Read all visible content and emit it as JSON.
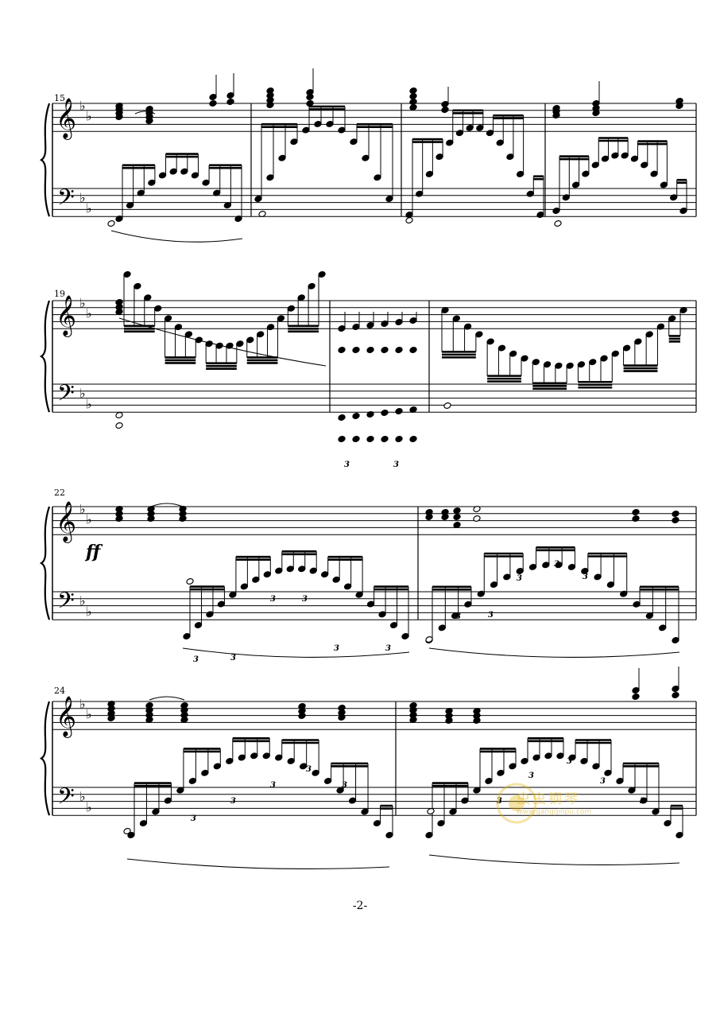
{
  "score": {
    "systems": [
      {
        "first_measure": "15",
        "measures": [
          "15",
          "16",
          "17",
          "18"
        ]
      },
      {
        "first_measure": "19",
        "measures": [
          "19",
          "20",
          "21"
        ]
      },
      {
        "first_measure": "22",
        "measures": [
          "22",
          "23"
        ]
      },
      {
        "first_measure": "24",
        "measures": [
          "24",
          "25"
        ]
      }
    ],
    "dynamics": {
      "system3": "ff"
    },
    "tuplet_mark": "3",
    "key_signature": "B-flat major (2 flats)"
  },
  "footer": {
    "page_number": "-2-"
  },
  "watermark": {
    "text": "虫虫钢琴",
    "sub": "www.gangqinpu.com"
  }
}
